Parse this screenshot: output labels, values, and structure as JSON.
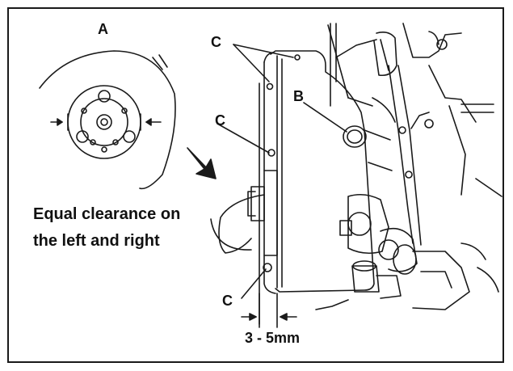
{
  "labels": {
    "a": "A",
    "b": "B",
    "c_top": "C",
    "c_mid": "C",
    "c_bottom": "C",
    "dimension": "3 - 5mm"
  },
  "caption": {
    "line1": "Equal clearance on",
    "line2": "the left and right"
  },
  "colors": {
    "line": "#1a1a1a",
    "background": "#ffffff"
  }
}
